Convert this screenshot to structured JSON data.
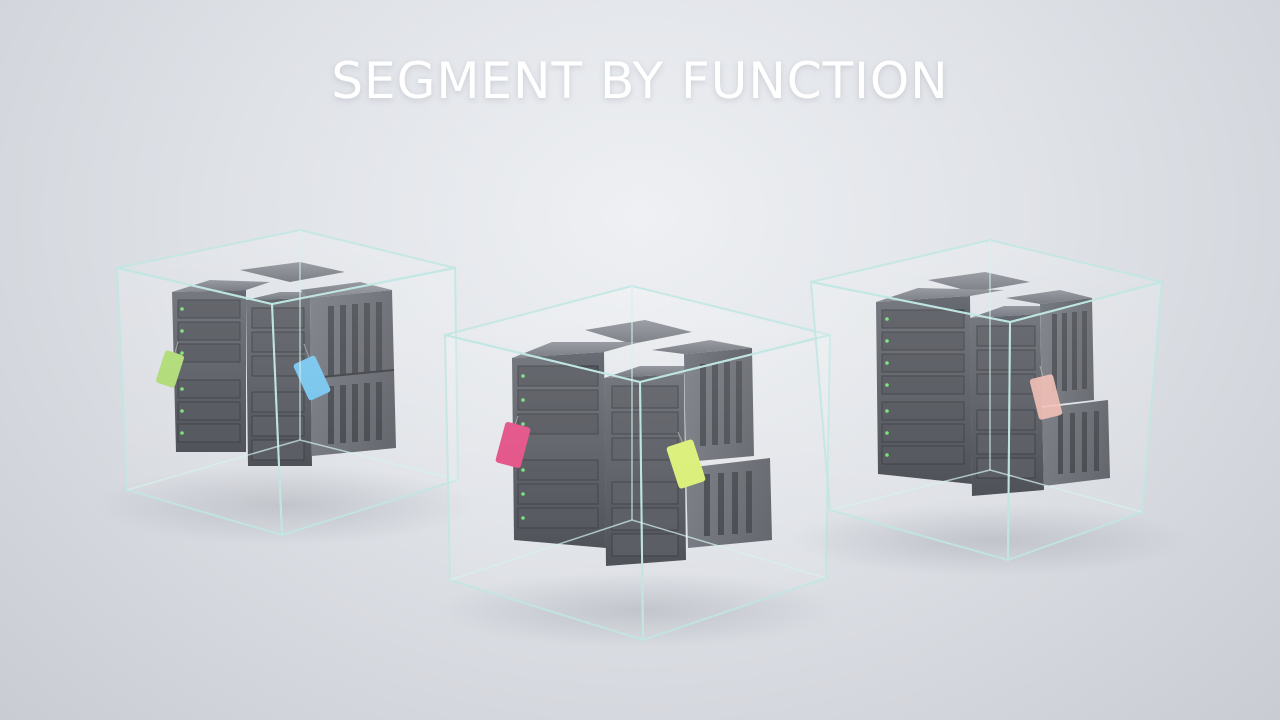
{
  "title": "SEGMENT BY FUNCTION",
  "colors": {
    "background": "#dfe2e7",
    "glass_edge": "#bfe6e3",
    "server_body": "#4a4d54",
    "server_dark": "#33363c",
    "led": "#6de06d",
    "tag_green": "#a8d86a",
    "tag_blue": "#6cc0ec",
    "tag_pink": "#e0407a",
    "tag_lime": "#d6ee6a",
    "tag_peach": "#f1b8ad"
  },
  "enclosures": [
    {
      "name": "left-glass-enclosure",
      "tags": [
        "green-tag",
        "blue-tag"
      ]
    },
    {
      "name": "center-glass-enclosure",
      "tags": [
        "pink-tag",
        "lime-tag"
      ]
    },
    {
      "name": "right-glass-enclosure",
      "tags": [
        "peach-tag"
      ]
    }
  ]
}
